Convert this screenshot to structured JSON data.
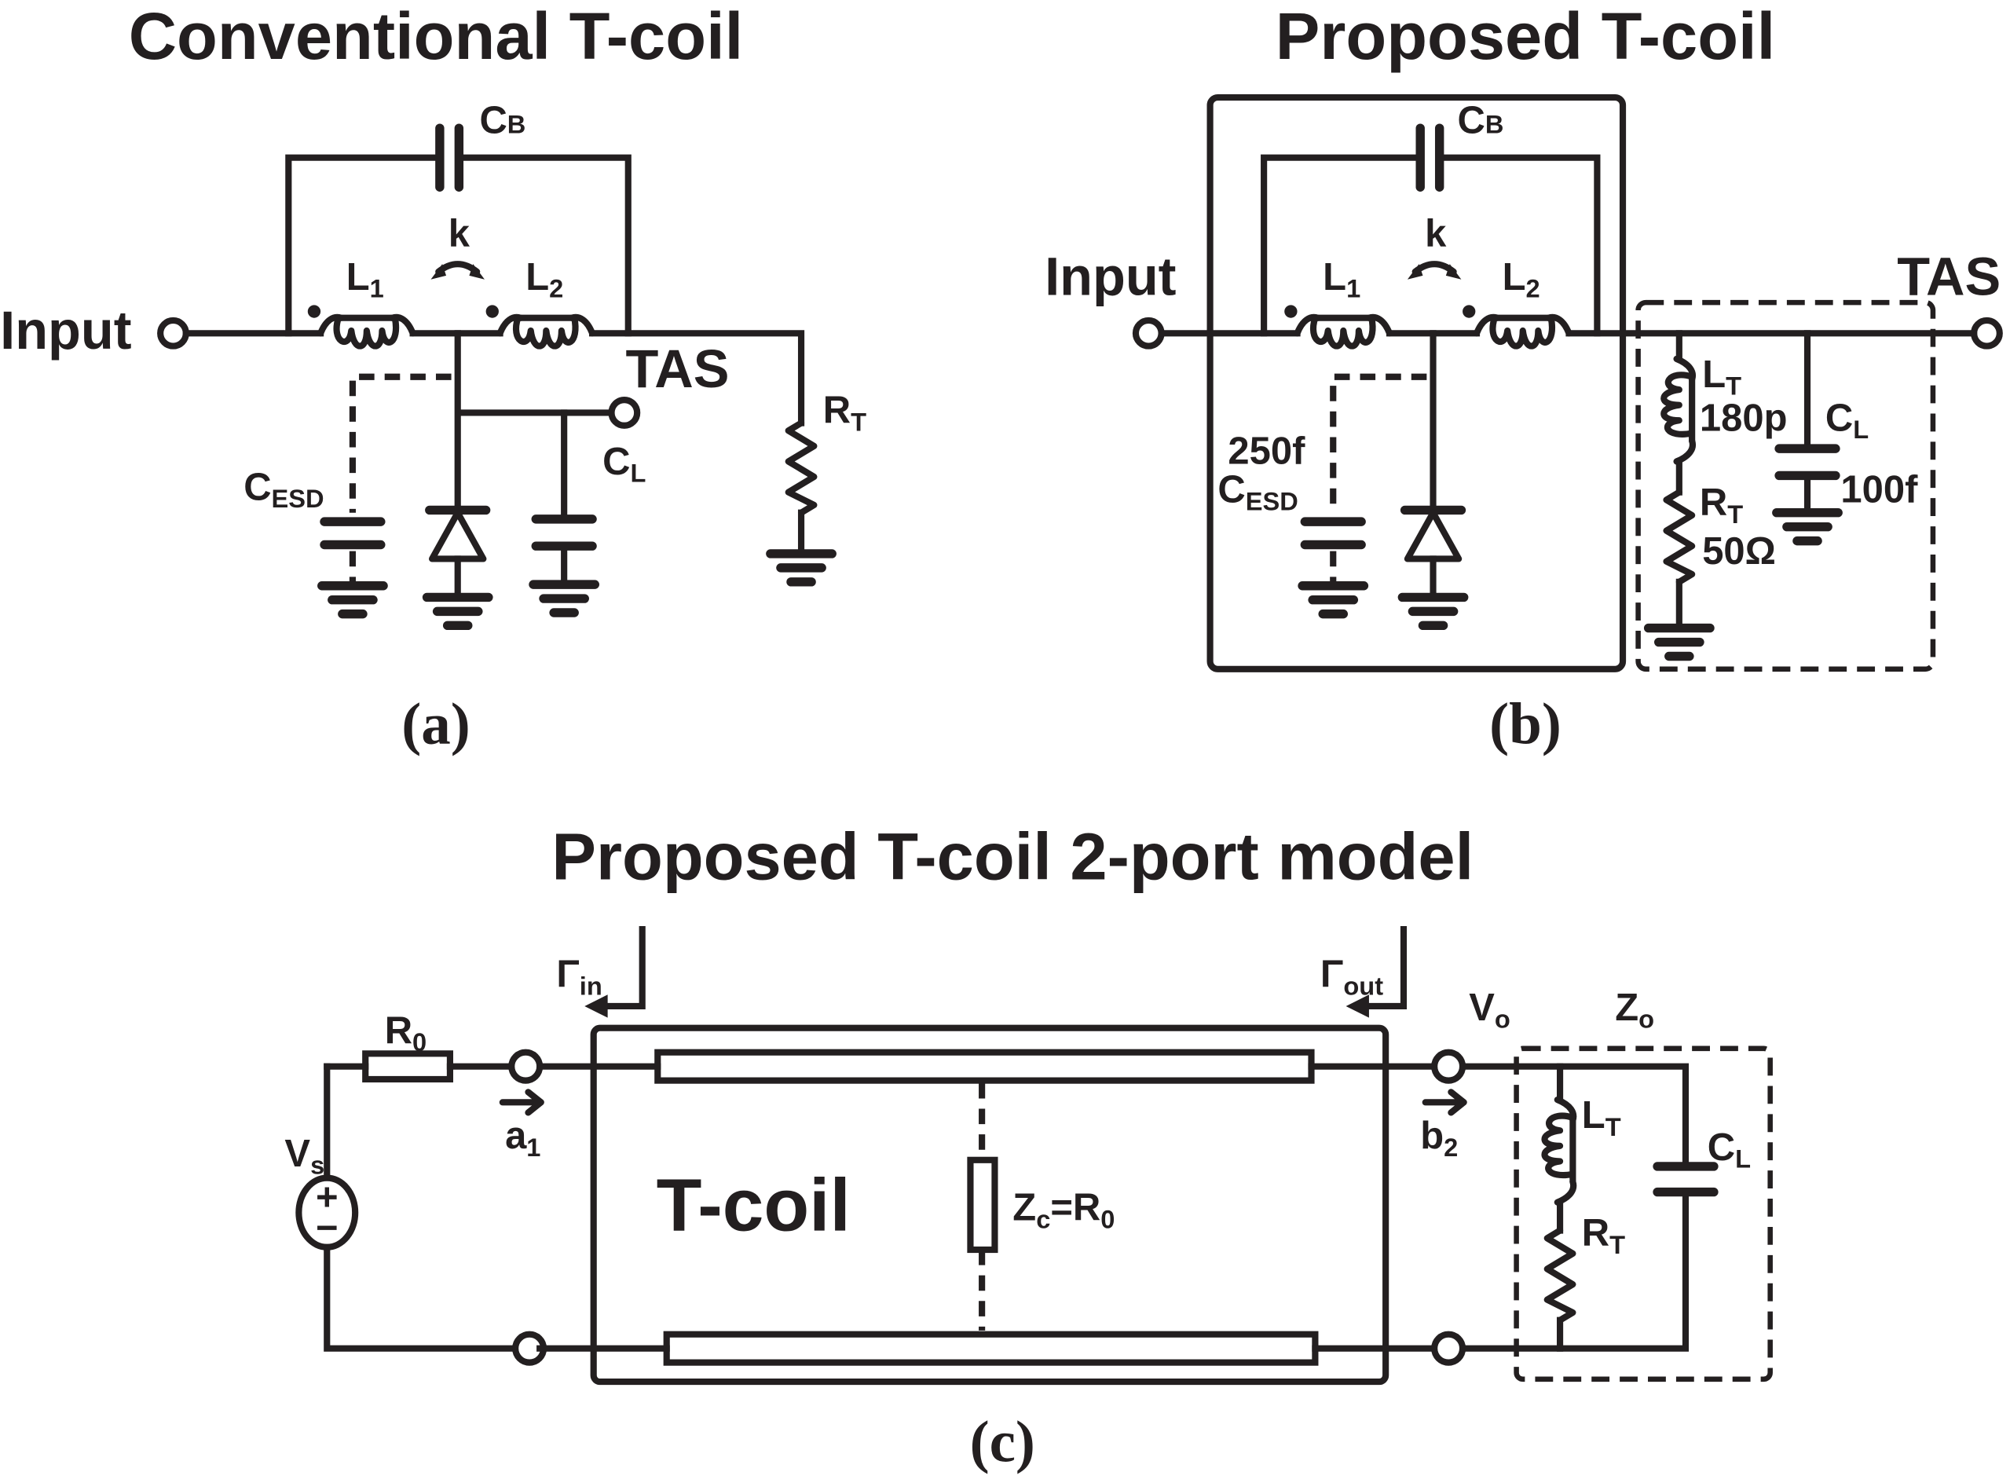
{
  "figure": {
    "panel_a": {
      "title": "Conventional T-coil",
      "caption": "(a)",
      "input_label": "Input",
      "output_label": "TAS",
      "components": {
        "cb": {
          "main": "C",
          "sub": "B"
        },
        "k": "k",
        "l1": {
          "main": "L",
          "sub": "1"
        },
        "l2": {
          "main": "L",
          "sub": "2"
        },
        "cesd": {
          "main": "C",
          "sub": "ESD"
        },
        "cl": {
          "main": "C",
          "sub": "L"
        },
        "rt": {
          "main": "R",
          "sub": "T"
        }
      }
    },
    "panel_b": {
      "title": "Proposed T-coil",
      "caption": "(b)",
      "input_label": "Input",
      "output_label": "TAS",
      "components": {
        "cb": {
          "main": "C",
          "sub": "B"
        },
        "k": "k",
        "l1": {
          "main": "L",
          "sub": "1"
        },
        "l2": {
          "main": "L",
          "sub": "2"
        },
        "cesd": {
          "main": "C",
          "sub": "ESD",
          "value": "250f"
        },
        "lt": {
          "main": "L",
          "sub": "T",
          "value": "180p"
        },
        "rt": {
          "main": "R",
          "sub": "T",
          "value": "50Ω"
        },
        "cl": {
          "main": "C",
          "sub": "L",
          "value": "100f"
        }
      }
    },
    "panel_c": {
      "title": "Proposed T-coil 2-port model",
      "caption": "(c)",
      "block_label": "T-coil",
      "source": {
        "main": "V",
        "sub": "s",
        "plus": "+",
        "minus": "−"
      },
      "r0": {
        "main": "R",
        "sub": "0"
      },
      "gamma_in": {
        "main": "Γ",
        "sub": "in"
      },
      "gamma_out": {
        "main": "Γ",
        "sub": "out"
      },
      "a1": {
        "main": "a",
        "sub": "1"
      },
      "b2": {
        "main": "b",
        "sub": "2"
      },
      "vo": {
        "main": "V",
        "sub": "o"
      },
      "zo": {
        "main": "Z",
        "sub": "o"
      },
      "zc": {
        "main": "Z",
        "sub": "c",
        "rest": "=R",
        "rest_sub": "0"
      },
      "lt": {
        "main": "L",
        "sub": "T"
      },
      "rt": {
        "main": "R",
        "sub": "T"
      },
      "cl": {
        "main": "C",
        "sub": "L"
      }
    }
  }
}
